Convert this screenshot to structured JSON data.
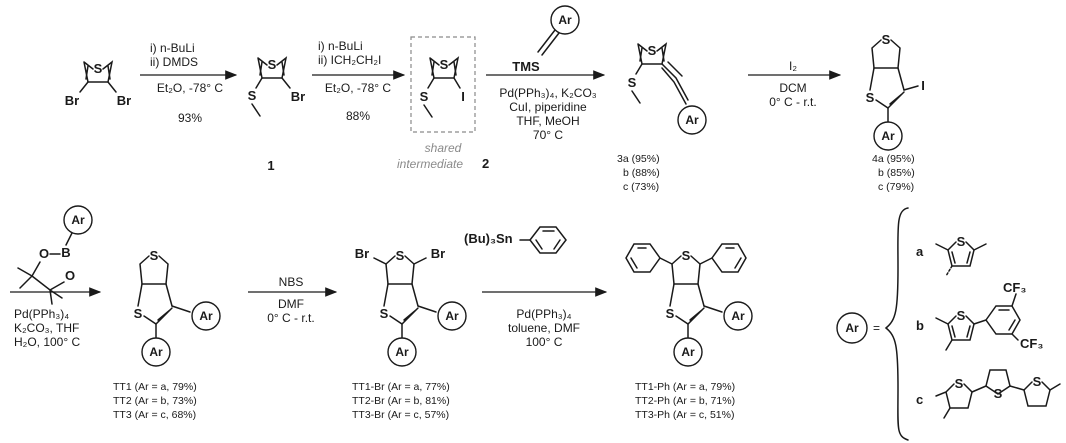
{
  "top_row": {
    "step1": {
      "line1": "i) n-BuLi",
      "line2": "ii) DMDS",
      "line3": "Et₂O, -78° C",
      "yield": "93%"
    },
    "step2": {
      "line1": "i) n-BuLi",
      "line2": "ii) ICH₂CH₂I",
      "line3": "Et₂O, -78° C",
      "yield": "88%"
    },
    "step3": {
      "reagent": "TMS",
      "line1": "Pd(PPh₃)₄, K₂CO₃",
      "line2": "CuI, piperidine",
      "line3": "THF, MeOH",
      "line4": "70° C"
    },
    "step4": {
      "reagent": "I₂",
      "line1": "DCM",
      "line2": "0° C - r.t."
    },
    "compound1": "1",
    "intermediate": {
      "line1": "shared",
      "line2": "intermediate",
      "num": "2"
    },
    "yields3": [
      "3a (95%)",
      "b (88%)",
      "c (73%)"
    ],
    "yields4": [
      "4a (95%)",
      "b (85%)",
      "c (79%)"
    ]
  },
  "bottom_row": {
    "step5": {
      "line1": "Pd(PPh₃)₄",
      "line2": "K₂CO₃, THF",
      "line3": "H₂O, 100° C"
    },
    "step6": {
      "reagent": "NBS",
      "line1": "DMF",
      "line2": "0° C - r.t."
    },
    "step7": {
      "reagent": "(Bu)₃Sn",
      "line1": "Pd(PPh₃)₄",
      "line2": "toluene, DMF",
      "line3": "100° C"
    },
    "tt": [
      "TT1 (Ar = a, 79%)",
      "TT2 (Ar = b, 73%)",
      "TT3 (Ar = c, 68%)"
    ],
    "ttbr": [
      "TT1-Br (Ar = a, 77%)",
      "TT2-Br (Ar = b, 81%)",
      "TT3-Br (Ar = c, 57%)"
    ],
    "ttph": [
      "TT1-Ph (Ar = a, 79%)",
      "TT2-Ph (Ar = b, 71%)",
      "TT3-Ph (Ar = c, 51%)"
    ]
  },
  "atoms": {
    "S": "S",
    "Br": "Br",
    "I": "I",
    "B": "B",
    "O": "O",
    "Ar": "Ar",
    "CF3": "CF₃",
    "eq": "="
  },
  "legend": {
    "a": "a",
    "b": "b",
    "c": "c"
  }
}
